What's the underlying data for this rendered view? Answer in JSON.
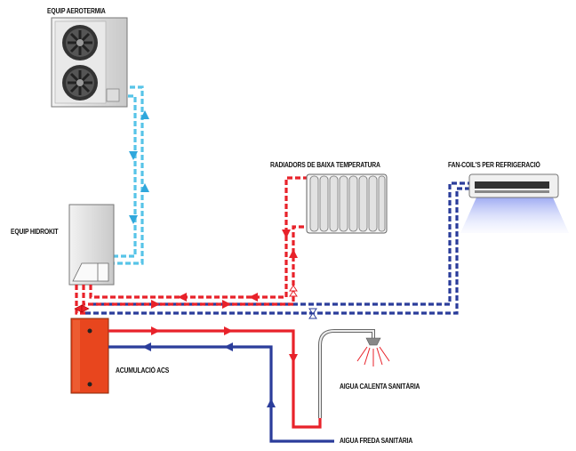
{
  "labels": {
    "aerotermia": "EQUIP AEROTERMIA",
    "hidrokit": "EQUIP HIDROKIT",
    "radiadors": "RADIADORS DE BAIXA TEMPERATURA",
    "fancoils": "FAN-COIL'S PER REFRIGERACIÓ",
    "acumulacio": "ACUMULACIÓ ACS",
    "calenta": "AIGUA CALENTA SANITÀRIA",
    "freda": "AIGUA FREDA SANITÀRIA"
  },
  "colors": {
    "hot": "#e8222a",
    "cold": "#2b3d9b",
    "refrigerant": "#57c4e8",
    "tank": "#e8461e",
    "fan_cone": "#aab6f0"
  },
  "icons": [
    "outdoor-heat-pump-icon",
    "hydrokit-unit-icon",
    "radiator-icon",
    "fan-coil-icon",
    "dhw-tank-icon",
    "shower-head-icon",
    "three-way-valve-icon"
  ]
}
